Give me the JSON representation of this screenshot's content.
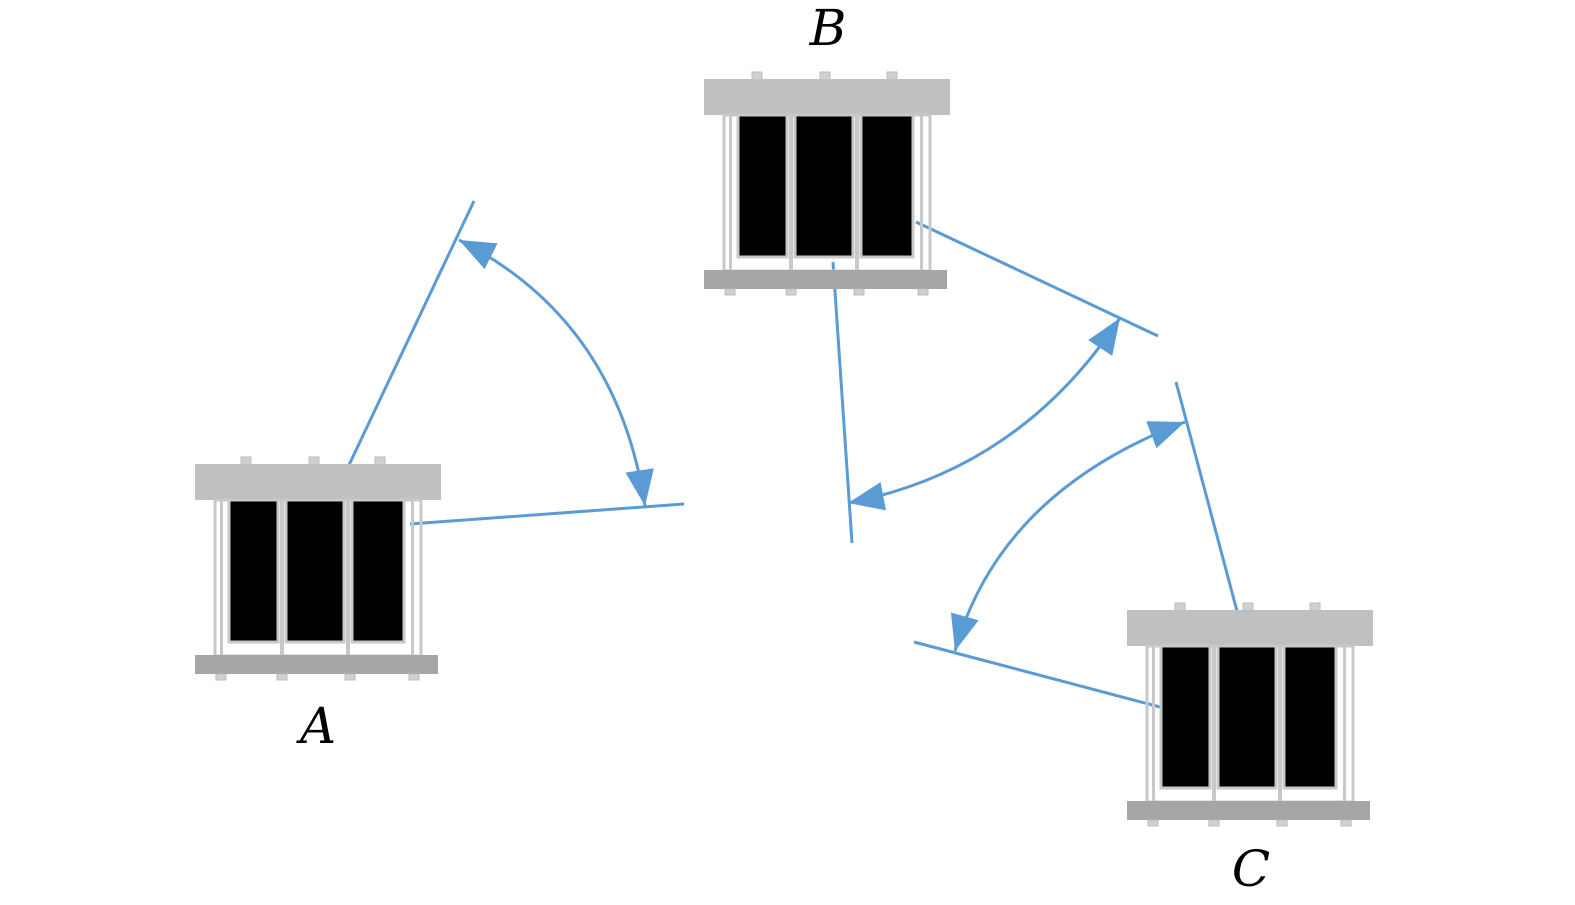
{
  "colors": {
    "line": "#5b9bd5",
    "top_bar": "#c0c0c0",
    "bottom_bar": "#a6a6a6",
    "panel": "#000000",
    "frame": "#c8c8c8"
  },
  "nodes": [
    {
      "id": "A",
      "label": "A"
    },
    {
      "id": "B",
      "label": "B"
    },
    {
      "id": "C",
      "label": "C"
    }
  ]
}
